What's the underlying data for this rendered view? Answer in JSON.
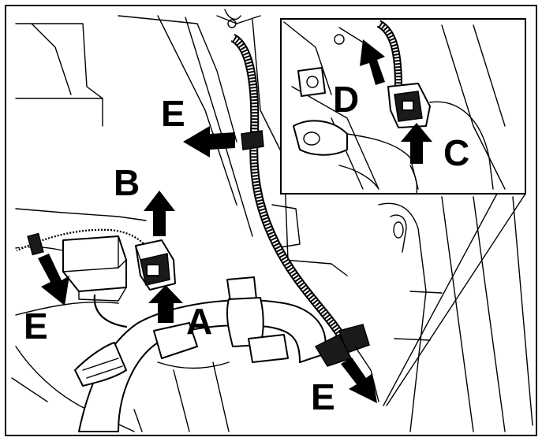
{
  "callouts": {
    "a": "A",
    "b": "B",
    "c": "C",
    "d": "D",
    "e_top": "E",
    "e_left": "E",
    "e_bottom": "E"
  },
  "colors": {
    "line": "#000000",
    "background": "#ffffff"
  },
  "icons": {
    "arrow": "solid-black-arrow"
  }
}
